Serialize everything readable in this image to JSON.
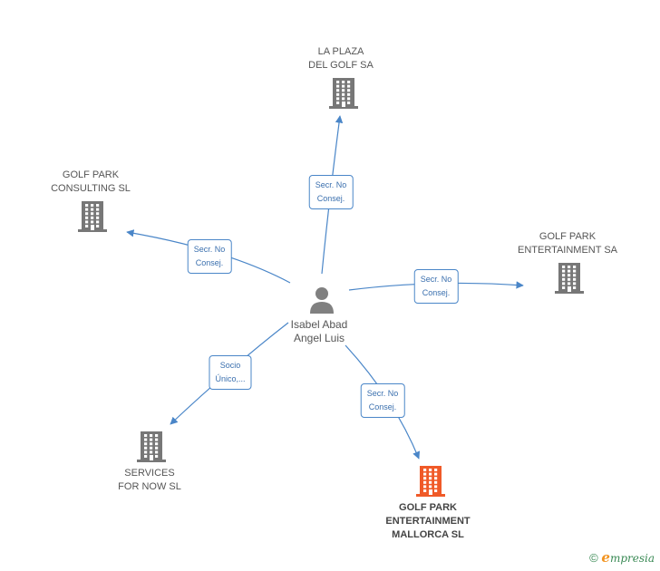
{
  "diagram": {
    "center": {
      "label": [
        "Isabel Abad",
        "Angel Luis"
      ],
      "icon": "person-icon",
      "color": "#808080"
    },
    "nodes": [
      {
        "key": "la-plaza-del-golf",
        "label": [
          "LA PLAZA",
          "DEL GOLF SA"
        ],
        "icon": "building-icon",
        "color": "#777777",
        "highlight": false
      },
      {
        "key": "golf-park-consulting",
        "label": [
          "GOLF PARK",
          "CONSULTING SL"
        ],
        "icon": "building-icon",
        "color": "#777777",
        "highlight": false
      },
      {
        "key": "golf-park-entertainment-sa",
        "label": [
          "GOLF PARK",
          "ENTERTAINMENT SA"
        ],
        "icon": "building-icon",
        "color": "#777777",
        "highlight": false
      },
      {
        "key": "services-for-now",
        "label": [
          "SERVICES",
          "FOR NOW  SL"
        ],
        "icon": "building-icon",
        "color": "#777777",
        "highlight": false
      },
      {
        "key": "golf-park-entertainment-mallorca",
        "label": [
          "GOLF PARK",
          "ENTERTAINMENT",
          "MALLORCA SL"
        ],
        "icon": "building-icon",
        "color": "#f05a28",
        "highlight": true
      }
    ],
    "edges": [
      {
        "target": "la-plaza-del-golf",
        "label": [
          "Secr.  No",
          "Consej."
        ]
      },
      {
        "target": "golf-park-consulting",
        "label": [
          "Secr.  No",
          "Consej."
        ]
      },
      {
        "target": "golf-park-entertainment-sa",
        "label": [
          "Secr.  No",
          "Consej."
        ]
      },
      {
        "target": "services-for-now",
        "label": [
          "Socio",
          "Único,..."
        ]
      },
      {
        "target": "golf-park-entertainment-mallorca",
        "label": [
          "Secr.  No",
          "Consej."
        ]
      }
    ],
    "edge_color": "#4a86c8"
  },
  "footer": {
    "copyright": "©",
    "brand_initial": "e",
    "brand_rest": "mpresia"
  }
}
